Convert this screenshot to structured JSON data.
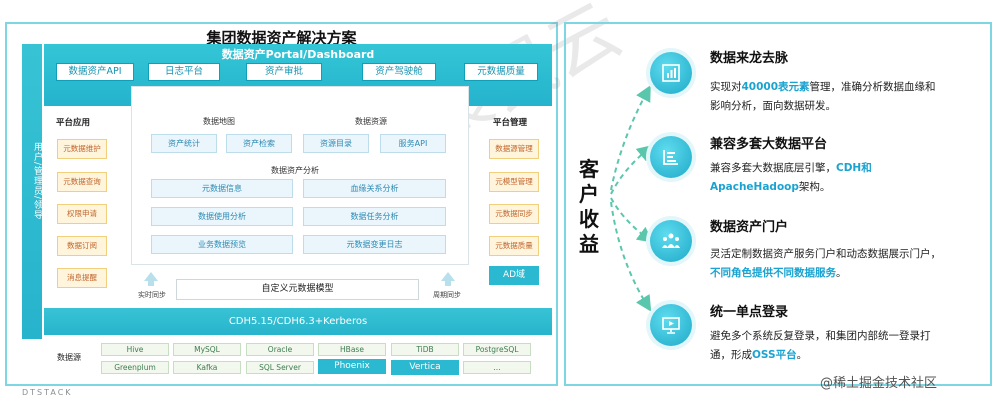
{
  "title": "集团数据资产解决方案",
  "portal": {
    "title": "数据资产Portal/Dashboard",
    "buttons": [
      "数据资产API",
      "日志平台",
      "资产审批",
      "资产驾驶舱",
      "元数据质量"
    ]
  },
  "user_bar_label": "用户/管理员/领导",
  "left_side": {
    "title": "平台应用",
    "items": [
      "元数据维护",
      "元数据查询",
      "权限申请",
      "数据订阅",
      "消息提醒"
    ]
  },
  "right_side": {
    "title": "平台管理",
    "items": [
      "数据源管理",
      "元模型管理",
      "元数据同步",
      "元数据质量"
    ],
    "ad": "AD域"
  },
  "data_map": {
    "title": "数据地图",
    "buttons": [
      "资产统计",
      "资产检索"
    ]
  },
  "data_resource": {
    "title": "数据资源",
    "buttons": [
      "资源目录",
      "服务API"
    ]
  },
  "analysis": {
    "title": "数据资产分析",
    "left": [
      "元数据信息",
      "数据使用分析",
      "业务数据预览"
    ],
    "right": [
      "血缘关系分析",
      "数据任务分析",
      "元数据变更日志"
    ]
  },
  "meta_model": "自定义元数据模型",
  "sync_left": "实时同步",
  "sync_right": "周期同步",
  "cdh_label": "CDH5.15/CDH6.3+Kerberos",
  "datasource": {
    "label": "数据源",
    "row1": [
      "Hive",
      "MySQL",
      "Oracle",
      "HBase",
      "TiDB",
      "PostgreSQL"
    ],
    "row2": [
      "Greenplum",
      "Kafka",
      "SQL Server",
      "Phoenix",
      "Vertica",
      "..."
    ]
  },
  "dtstack": "DTSTACK",
  "benefit_label": "客户收益",
  "benefits": [
    {
      "title": "数据来龙去脉",
      "line1_pre": "实现对",
      "line1_hl": "40000表元素",
      "line1_post": "管理，准确分析数据血缘和",
      "line2": "影响分析，面向数据研发。"
    },
    {
      "title": "兼容多套大数据平台",
      "line1_pre": "兼容多套大数据底层引擎，",
      "line1_hl": "CDH和",
      "line2_hl": "ApacheHadoop",
      "line2_post": "架构。"
    },
    {
      "title": "数据资产门户",
      "line1": "灵活定制数据资产服务门户和动态数据展示门户，",
      "line2_hl": "不同角色提供不同数据服务",
      "line2_post": "。"
    },
    {
      "title": "统一单点登录",
      "line1": "避免多个系统反复登录，和集团内部统一登录打",
      "line2_pre": "通，形成",
      "line2_hl": "OSS平台",
      "line2_post": "。"
    }
  ],
  "juejin": "@稀土掘金技术社区",
  "colors": {
    "accent": "#2ab9d1",
    "highlight": "#1aa3d0",
    "border": "#7fd6e3"
  }
}
